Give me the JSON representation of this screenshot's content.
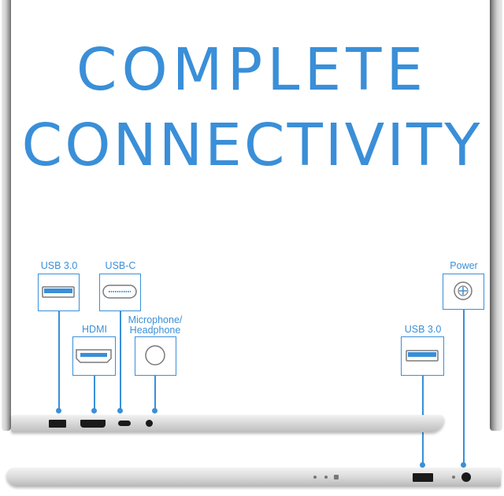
{
  "headline": {
    "line1": "COMPLETE",
    "line2": "CONNECTIVITY"
  },
  "ports": {
    "usb3_left": "USB 3.0",
    "usbc": "USB-C",
    "hdmi": "HDMI",
    "mic_line1": "Microphone/",
    "mic_line2": "Headphone",
    "usb3_right": "USB 3.0",
    "power": "Power"
  },
  "colors": {
    "accent": "#3a8fd8",
    "background": "#ffffff",
    "aluminum": "#d6d6d6"
  }
}
